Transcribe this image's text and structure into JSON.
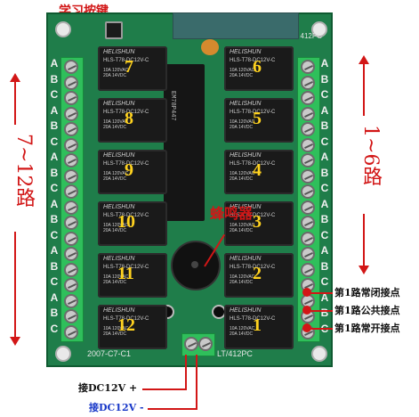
{
  "annotations": {
    "learn_button": "学习按键",
    "buzzer": "蜂鸣器",
    "left_range": "7~12路",
    "right_range": "1~6路",
    "nc_contact": "第1路常闭接点",
    "com_contact": "第1路公共接点",
    "no_contact": "第1路常开接点",
    "power_pos": "接DC12V +",
    "power_neg": "接DC12V -"
  },
  "board": {
    "label_top_right": "412PC",
    "label_bottom_left": "2007-C7-C1",
    "label_bottom_right": "LT/412PC",
    "terminal_letters": [
      "A",
      "B",
      "C",
      "A",
      "B",
      "C",
      "A",
      "B",
      "C",
      "A",
      "B",
      "C",
      "A",
      "B",
      "C",
      "A",
      "B",
      "C"
    ]
  },
  "relays": {
    "brand": "HELISHUN",
    "model": "HLS-T78-DC12V-C",
    "spec": "10A 120VAC\n20A 14VDC",
    "left_numbers": [
      "7",
      "8",
      "9",
      "10",
      "11",
      "12"
    ],
    "right_numbers": [
      "6",
      "5",
      "4",
      "3",
      "2",
      "1"
    ]
  },
  "colors": {
    "annotation_red": "#d21616",
    "pcb_green": "#1f7d4a",
    "terminal_green": "#2fbf5b",
    "relay_number_yellow": "#ffd21f"
  },
  "icons": {
    "learn_button": "square-pushbutton",
    "buzzer": "round-buzzer",
    "terminals": "screw-terminal"
  }
}
